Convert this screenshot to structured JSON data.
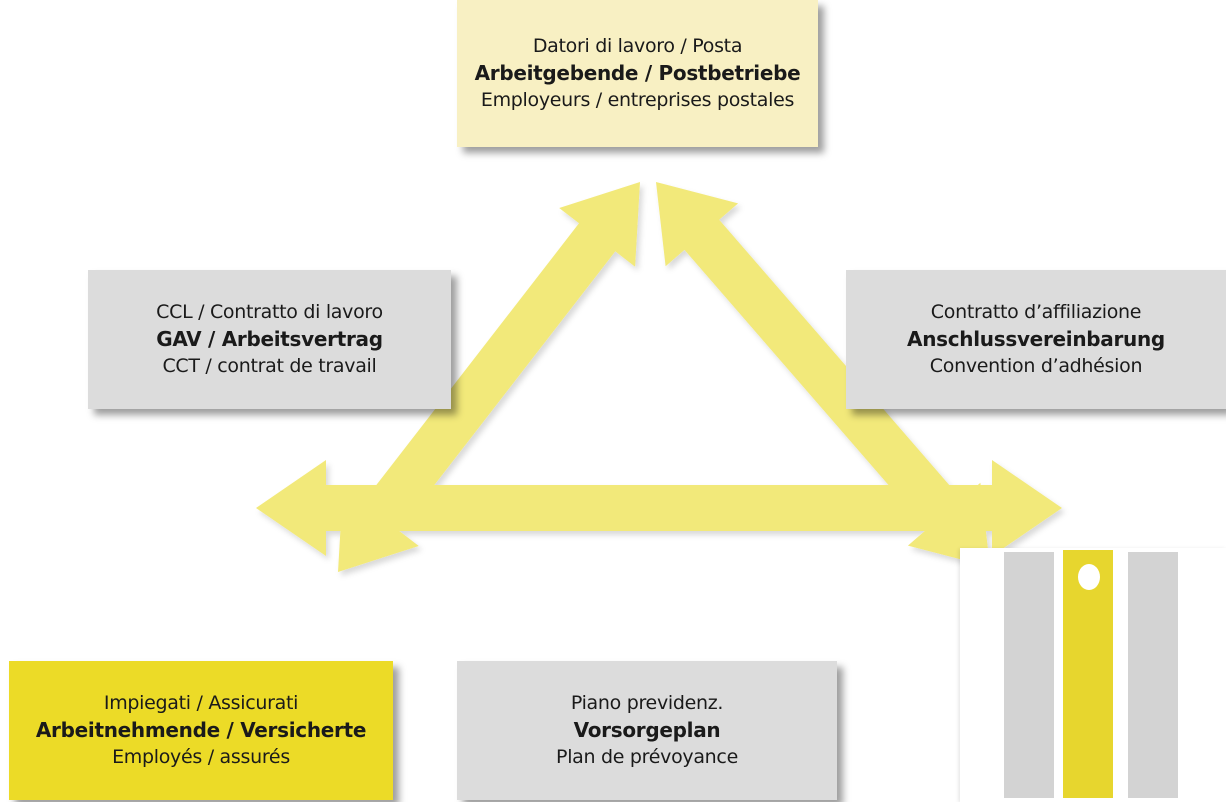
{
  "colors": {
    "arrow": "#f2e97a",
    "box_grey": "#dcdcdc",
    "box_pale_yellow": "#f8f0c3",
    "box_yellow": "#ecdb27",
    "logo_yellow": "#e7d62e",
    "logo_grey": "#d3d3d3"
  },
  "nodes": {
    "employers": {
      "line_it": "Datori di lavoro / Posta",
      "line_de": "Arbeitgebende / Postbetriebe",
      "line_fr": "Employeurs / entreprises postales"
    },
    "work_contract": {
      "line_it": "CCL / Contratto di lavoro",
      "line_de": "GAV / Arbeitsvertrag",
      "line_fr": "CCT / contrat de travail"
    },
    "affiliation": {
      "line_it": "Contratto d’affiliazione",
      "line_de": "Anschlussvereinbarung",
      "line_fr": "Convention d’adhésion"
    },
    "employees": {
      "line_it": "Impiegati / Assicurati",
      "line_de": "Arbeitnehmende / Versicherte",
      "line_fr": "Employés / assurés"
    },
    "plan": {
      "line_it": "Piano previdenz.",
      "line_de": "Vorsorgeplan",
      "line_fr": "Plan de prévoyance"
    }
  },
  "arrows": [
    {
      "from": "employees",
      "to": "employers",
      "style": "double-headed"
    },
    {
      "from": "employers",
      "to": "plan",
      "style": "double-headed"
    },
    {
      "from": "employees",
      "to": "plan",
      "style": "double-headed"
    }
  ],
  "logo": {
    "icon": "three-bars-logo-icon"
  }
}
